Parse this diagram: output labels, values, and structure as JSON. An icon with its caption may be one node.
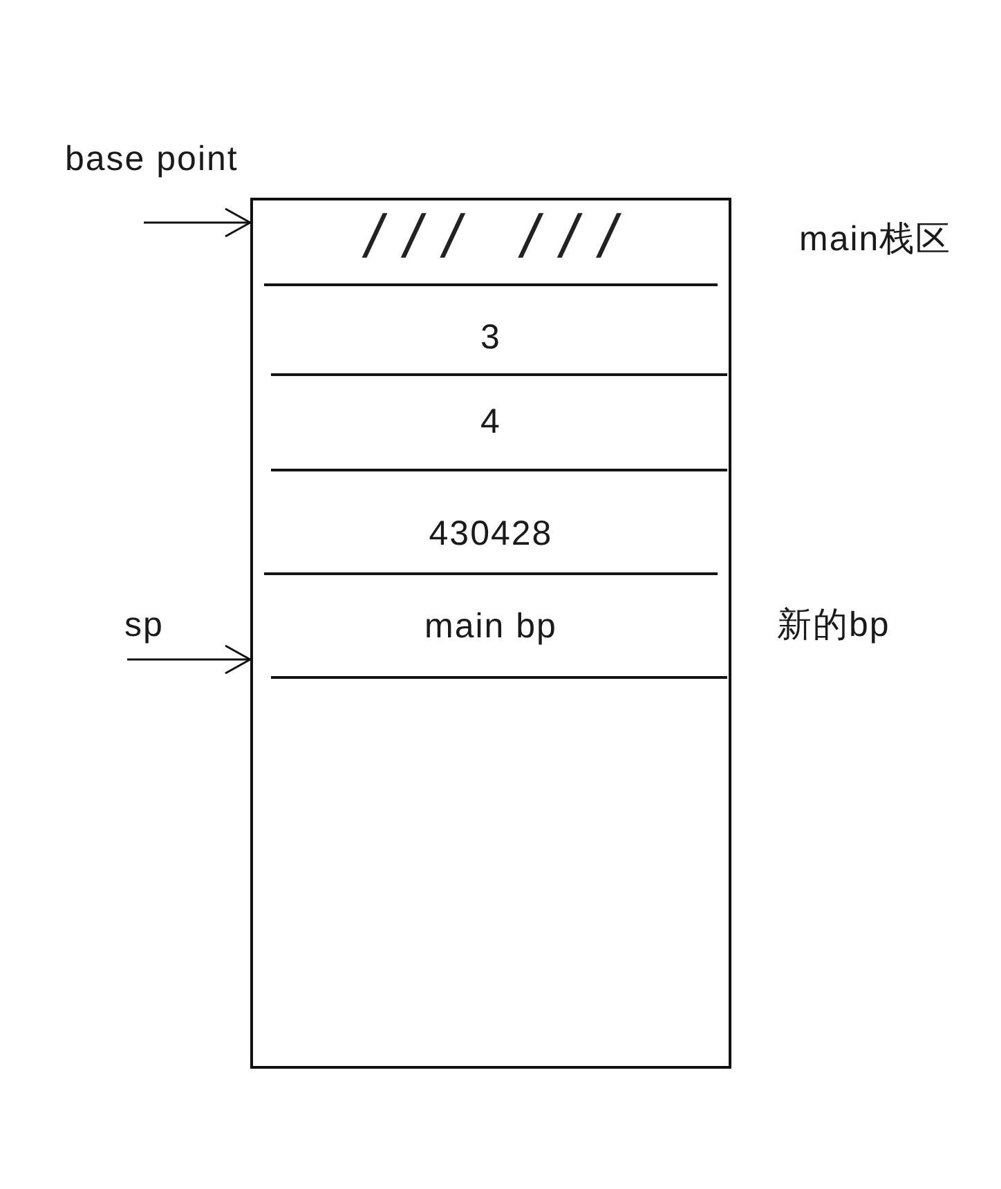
{
  "diagram": {
    "nodes": [
      {
        "text": [],
        "shape": "box",
        "beside": [
          "main栈区"
        ]
      },
      {
        "text": [
          "/// ///"
        ],
        "in": 0
      },
      {
        "text": [
          "3"
        ],
        "in": 0
      },
      {
        "text": [
          "4"
        ],
        "in": 0
      },
      {
        "text": [
          "430428"
        ],
        "in": 0
      },
      {
        "text": [
          "main bp"
        ],
        "in": 0,
        "beside": [
          "新的bp"
        ]
      }
    ],
    "edges": [
      {
        "from": null,
        "to": 1,
        "arrow": "to",
        "label": "base point"
      },
      {
        "from": null,
        "to": 5,
        "arrow": "to",
        "label": "sp"
      }
    ]
  }
}
